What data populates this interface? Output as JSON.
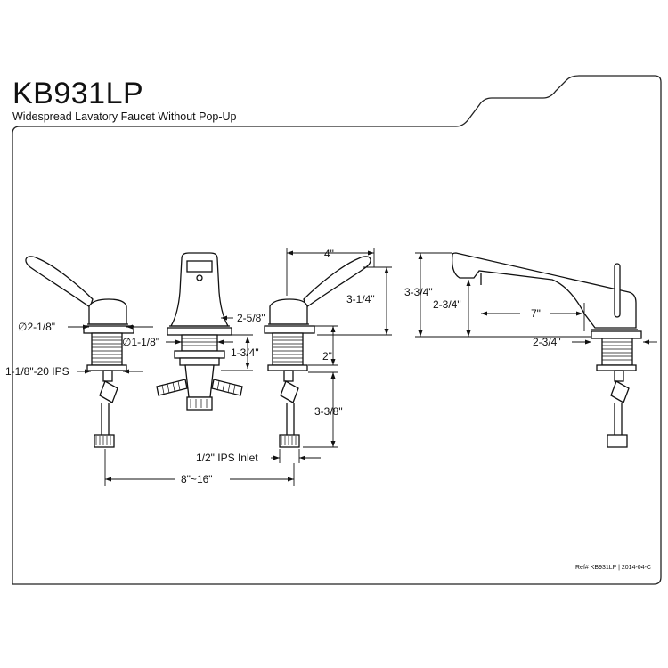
{
  "header": {
    "model": "KB931LP",
    "description": "Widespread Lavatory Faucet Without Pop-Up"
  },
  "dimensions": {
    "handle_diameter": "∅2-1/8\"",
    "thread_ips": "1-1/8\"-20 IPS",
    "spout_base_diameter": "∅1-1/8\"",
    "spout_base_width": "2-5/8\"",
    "spout_shank_height": "1-3/4\"",
    "handle_width": "4\"",
    "handle_height": "3-1/4\"",
    "shank_length": "2\"",
    "inlet_length": "3-3/8\"",
    "inlet": "1/2\" IPS Inlet",
    "center_spread": "8\"~16\"",
    "spout_height": "3-3/4\"",
    "spout_outlet_height": "2-3/4\"",
    "spout_reach": "7\"",
    "spout_reach_base": "2-3/4\""
  },
  "footer": {
    "reference": "Ref# KB931LP | 2014-04-C"
  }
}
